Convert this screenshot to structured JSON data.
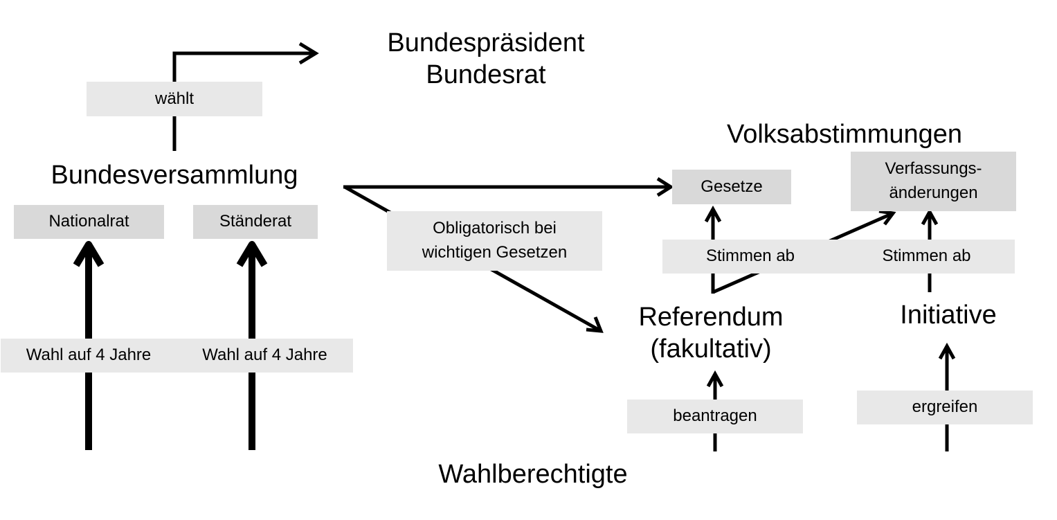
{
  "nodes": {
    "bundespraesident": [
      "Bundespräsident",
      "Bundesrat"
    ],
    "bundesversammlung": "Bundesversammlung",
    "volksabstimmungen": "Volksabstimmungen",
    "referendum": [
      "Referendum",
      "(fakultativ)"
    ],
    "initiative": "Initiative",
    "wahlberechtigte": "Wahlberechtigte"
  },
  "boxes": {
    "waehlt": "wählt",
    "nationalrat": "Nationalrat",
    "staenderat": "Ständerat",
    "wahl_nationalrat": "Wahl auf 4 Jahre",
    "wahl_staenderat": "Wahl auf 4 Jahre",
    "gesetze": "Gesetze",
    "verfassungsaenderungen": [
      "Verfassungs-",
      "änderungen"
    ],
    "obligatorisch": [
      "Obligatorisch bei",
      "wichtigen Gesetzen"
    ],
    "stimmen_ab_referendum": "Stimmen ab",
    "stimmen_ab_initiative": "Stimmen ab",
    "beantragen": "beantragen",
    "ergreifen": "ergreifen"
  },
  "colors": {
    "line": "#000000",
    "box_light": "#e8e8e8",
    "box_dark": "#d9d9d9"
  }
}
